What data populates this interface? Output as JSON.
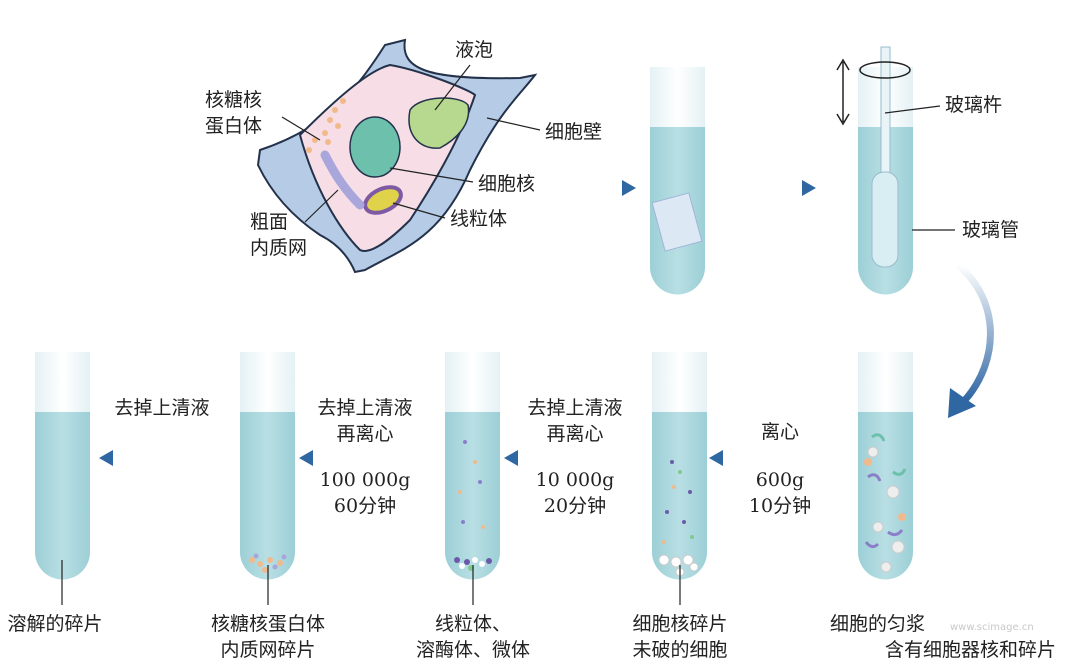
{
  "cell": {
    "vacuole": "液泡",
    "ribosome_line1": "核糖核",
    "ribosome_line2": "蛋白体",
    "cell_wall": "细胞壁",
    "nucleus": "细胞核",
    "mitochondria": "线粒体",
    "rer_line1": "粗面",
    "rer_line2": "内质网"
  },
  "top": {
    "glass_rod": "玻璃杵",
    "glass_tube": "玻璃管"
  },
  "steps": [
    {
      "action": "离心",
      "force": "600g",
      "time": "10分钟"
    },
    {
      "action_line1": "去掉上清液",
      "action_line2": "再离心",
      "force": "10 000g",
      "time": "20分钟"
    },
    {
      "action_line1": "去掉上清液",
      "action_line2": "再离心",
      "force": "100 000g",
      "time": "60分钟"
    },
    {
      "action": "去掉上清液"
    }
  ],
  "tube_labels": {
    "homogenate_line1": "细胞的匀浆",
    "homogenate_line2": "含有细胞器核和碎片",
    "nuclei_line1": "细胞核碎片",
    "nuclei_line2": "未破的细胞",
    "mito_line1": "线粒体、",
    "mito_line2": "溶酶体、微体",
    "ribo_line1": "核糖核蛋白体",
    "ribo_line2": "内质网碎片",
    "soluble": "溶解的碎片"
  },
  "watermark": "www.scimage.cn",
  "colors": {
    "liquid": "#a9d6dc",
    "arrow": "#2f67a3",
    "cell_wall": "#b5cbe6",
    "cytoplasm": "#f6dde6"
  }
}
